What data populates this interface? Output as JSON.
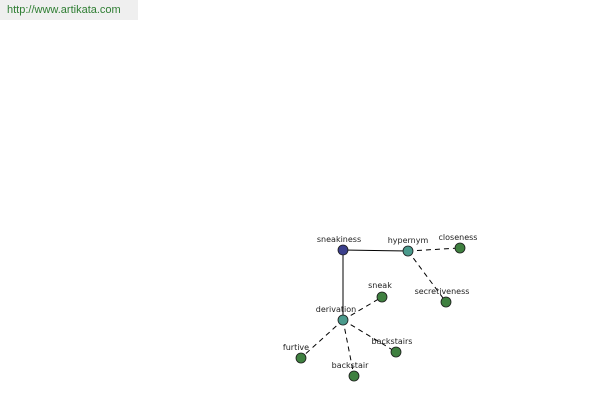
{
  "header": {
    "url_text": "http://www.artikata.com"
  },
  "colors": {
    "root": "#3b3f8c",
    "relation": "#4a9a8c",
    "leaf": "#3f8040",
    "url_text": "#2e7d32",
    "url_bg": "#efefef"
  },
  "graph": {
    "root": {
      "label": "sneakiness"
    },
    "relations": {
      "hypernym": {
        "label": "hypernym"
      },
      "derivation": {
        "label": "derivation"
      }
    },
    "leaves": {
      "closeness": {
        "label": "closeness"
      },
      "secretiveness": {
        "label": "secretiveness"
      },
      "sneak": {
        "label": "sneak"
      },
      "furtive": {
        "label": "furtive"
      },
      "backstair": {
        "label": "backstair"
      },
      "backstairs": {
        "label": "backstairs"
      }
    },
    "edges": [
      {
        "from": "sneakiness",
        "to": "hypernym",
        "style": "solid"
      },
      {
        "from": "sneakiness",
        "to": "derivation",
        "style": "solid"
      },
      {
        "from": "hypernym",
        "to": "closeness",
        "style": "dashed"
      },
      {
        "from": "hypernym",
        "to": "secretiveness",
        "style": "dashed"
      },
      {
        "from": "derivation",
        "to": "sneak",
        "style": "dashed"
      },
      {
        "from": "derivation",
        "to": "furtive",
        "style": "dashed"
      },
      {
        "from": "derivation",
        "to": "backstair",
        "style": "dashed"
      },
      {
        "from": "derivation",
        "to": "backstairs",
        "style": "dashed"
      }
    ]
  }
}
